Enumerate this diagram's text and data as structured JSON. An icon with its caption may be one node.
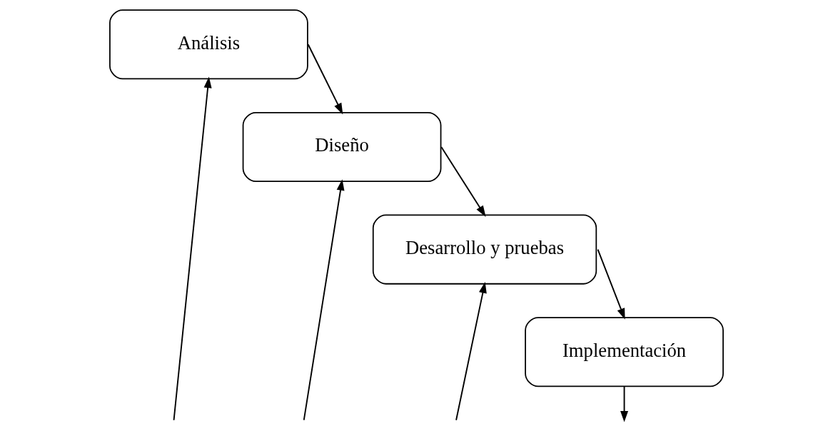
{
  "diagram": {
    "nodes": [
      {
        "text": [
          "Análisis"
        ]
      },
      {
        "text": [
          "Diseño"
        ]
      },
      {
        "text": [
          "Desarrollo y pruebas"
        ]
      },
      {
        "text": [
          "Implementación"
        ]
      }
    ],
    "edges": [
      {
        "from": 0,
        "to": 1,
        "arrow": "to"
      },
      {
        "from": 1,
        "to": 2,
        "arrow": "to"
      },
      {
        "from": 2,
        "to": 3,
        "arrow": "to"
      },
      {
        "from": null,
        "to": 0,
        "arrow": "to"
      },
      {
        "from": null,
        "to": 1,
        "arrow": "to"
      },
      {
        "from": null,
        "to": 2,
        "arrow": "to"
      },
      {
        "from": 3,
        "to": null,
        "arrow": "to"
      }
    ]
  }
}
